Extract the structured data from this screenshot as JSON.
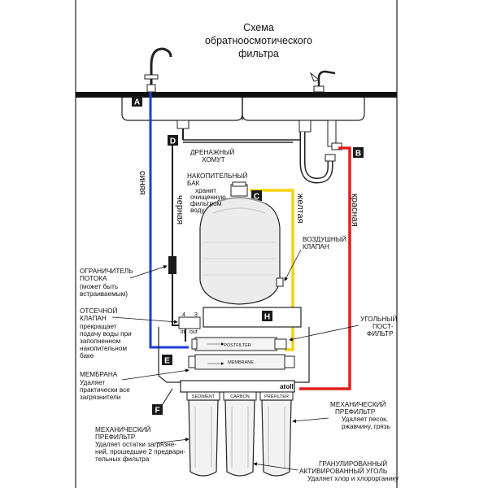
{
  "title": {
    "line1": "Схема",
    "line2": "обратноосмотического",
    "line3": "фильтра"
  },
  "tags": {
    "a": "A",
    "b": "B",
    "c": "C",
    "d": "D",
    "e": "E",
    "f": "F",
    "h": "H"
  },
  "tubes": {
    "blue": "синяя",
    "black": "черная",
    "yellow": "желтая",
    "red": "красная"
  },
  "labels": {
    "drain_clamp": [
      "ДРЕНАЖНЫЙ",
      "ХОМУТ"
    ],
    "storage_tank": [
      "НАКОПИТЕЛЬНЫЙ",
      "БАК"
    ],
    "storage_tank_desc": [
      "хранит",
      "очищенную",
      "фильтром",
      "воду"
    ],
    "air_valve": [
      "ВОЗДУШНЫЙ",
      "КЛАПАН"
    ],
    "flow_restrictor": [
      "ОГРАНИЧИТЕЛЬ",
      "ПОТОКА"
    ],
    "flow_restrictor_desc": [
      "(может быть",
      "встраиваемым)"
    ],
    "shutoff_valve": [
      "ОТСЕЧНОЙ",
      "КЛАПАН"
    ],
    "shutoff_valve_desc": [
      "прекращает",
      "подачу воды при",
      "заполненном",
      "накопительном",
      "баке"
    ],
    "carbon_postfilter": [
      "УГОЛЬНЫЙ",
      "ПОСТ-",
      "ФИЛЬТР"
    ],
    "membrane": [
      "МЕМБРАНА"
    ],
    "membrane_desc": [
      "Удаляет",
      "практически все",
      "загрязнители"
    ],
    "mech_prefilter_right": [
      "МЕХАНИЧЕСКИЙ",
      "ПРЕФИЛЬТР"
    ],
    "mech_prefilter_right_desc": [
      "Удаляет песок,",
      "ржавчину, грязь"
    ],
    "mech_prefilter_left": [
      "МЕХАНИЧЕСКИЙ",
      "ПРЕФИЛЬТР"
    ],
    "mech_prefilter_left_desc": [
      "Удаляет остатки загрязне-",
      "ний, прошедшие 2 предвари-",
      "тельных фильтра"
    ],
    "granular_carbon": [
      "ГРАНУЛИРОВАННЫЙ",
      "АКТИВИРОВАННЫЙ УГОЛЬ"
    ],
    "granular_carbon_desc": [
      "Удаляет хлор и хлорорганику"
    ]
  },
  "device": {
    "postfilter": "POSTFILTER",
    "membrane": "MEMBRANE",
    "sediment": "SEDIMENT",
    "carbon": "CARBON",
    "prefilter": "PREFILTER",
    "brand": "atoll",
    "port_4": "4",
    "port_3": "3",
    "port_in": "in",
    "port_out": "out"
  },
  "colors": {
    "blue_tube": "#1c3fd6",
    "red_tube": "#e0201b",
    "yellow_tube": "#f5d40f",
    "black_tube": "#1a1a1a",
    "tag_fill": "#1a1a1a",
    "background": "#ffffff"
  }
}
